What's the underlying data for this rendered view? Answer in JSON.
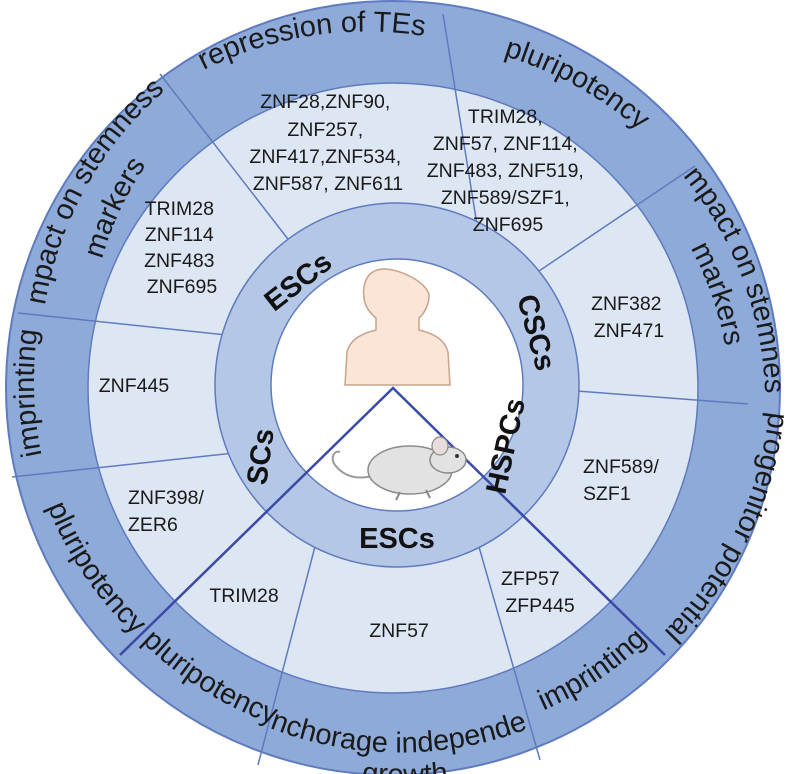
{
  "colors": {
    "outer_ring": "#8eaad8",
    "inner_field": "#dde6f3",
    "cell_ring": "#b4c7e7",
    "center": "#ffffff",
    "line": "#5f7bbf",
    "mouse_line": "#3a4aa8",
    "human": "#fbe5d6"
  },
  "icons": {
    "human": "human-silhouette-icon",
    "mouse": "mouse-icon"
  },
  "outer_labels": {
    "repression_tes": "repression of TEs",
    "pluripotency_top": "pluripotency",
    "impact_right": "impact on stemness",
    "impact_right_2": "markers",
    "progenitor": "progenitor potential",
    "imprinting_bottom": "imprinting",
    "anchorage": "anchorage independent",
    "anchorage_2": "growth",
    "pluripotency_bottom": "pluripotency",
    "pluripotency_left": "pluripotency",
    "imprinting_left": "imprinting",
    "impact_left": "impact on stemness",
    "impact_left_2": "markers"
  },
  "gene_groups": {
    "tes": [
      "ZNF28,ZNF90,",
      "ZNF257,",
      "ZNF417,ZNF534,",
      "ZNF587, ZNF611"
    ],
    "pluri_top": [
      "TRIM28,",
      "ZNF57, ZNF114,",
      "ZNF483, ZNF519,",
      "ZNF589/SZF1,",
      "ZNF695"
    ],
    "impact_left": [
      "TRIM28",
      "ZNF114",
      "ZNF483",
      "ZNF695"
    ],
    "cscs": [
      "ZNF382",
      "ZNF471"
    ],
    "imprint_left": [
      "ZNF445"
    ],
    "hspcs": [
      "ZNF589/",
      "SZF1"
    ],
    "scs": [
      "ZNF398/",
      "ZER6"
    ],
    "mouse_pluri": [
      "TRIM28"
    ],
    "mouse_anchorage": [
      "ZNF57"
    ],
    "mouse_imprint": [
      "ZFP57",
      "ZFP445"
    ]
  },
  "cell_types": {
    "escs_human": "ESCs",
    "cscs": "CSCs",
    "hspcs": "HSPCs",
    "scs": "SCs",
    "escs_mouse": "ESCs"
  }
}
